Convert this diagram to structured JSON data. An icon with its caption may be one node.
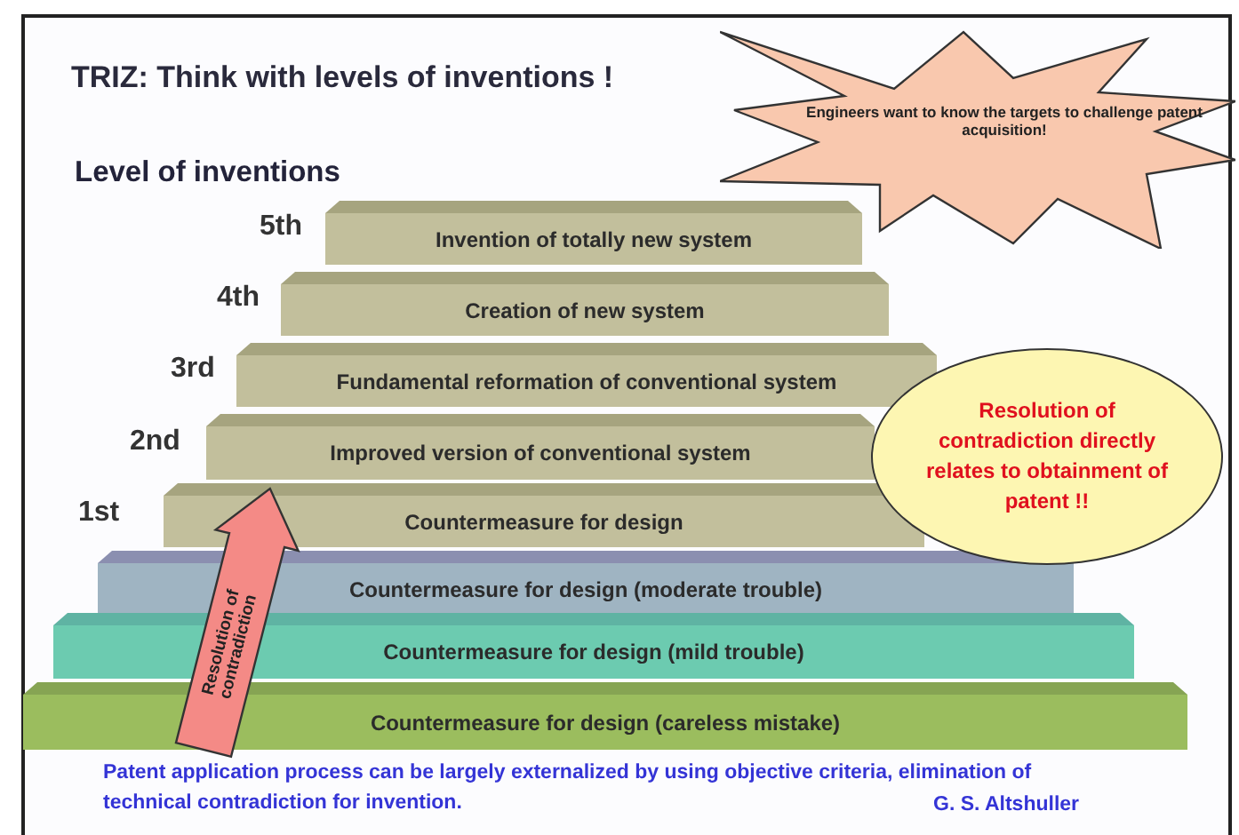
{
  "diagram": {
    "title": "TRIZ: Think with levels of inventions !",
    "nodes": [
      {
        "text": [
          "Engineers want to know the targets to challenge patent acquisition!"
        ]
      },
      {
        "text": [
          "Invention of totally new system"
        ]
      },
      {
        "text": [
          "Creation of new system"
        ]
      },
      {
        "text": [
          "Fundamental reformation of conventional system"
        ]
      },
      {
        "text": [
          "Improved version of conventional system"
        ]
      },
      {
        "text": [
          "Countermeasure for design"
        ]
      },
      {
        "text": [
          "Countermeasure for design (moderate trouble)"
        ]
      },
      {
        "text": [
          "Countermeasure for design (mild trouble)"
        ]
      },
      {
        "text": [
          "Countermeasure for design (careless mistake)"
        ]
      },
      {
        "text": [
          "Resolution of contradiction directly relates to obtainment of patent !!"
        ]
      }
    ],
    "edges": [
      {
        "from": 8,
        "to": 5,
        "arrow": "to",
        "label": "Resolution of contradiction",
        "style": "thick"
      }
    ],
    "labels": [
      "Level of inventions",
      "5th",
      "4th",
      "3rd",
      "2nd",
      "1st",
      "Patent application process can be largely externalized by using objective criteria, elimination of technical contradiction for invention.",
      "G. S. Altshuller"
    ]
  }
}
